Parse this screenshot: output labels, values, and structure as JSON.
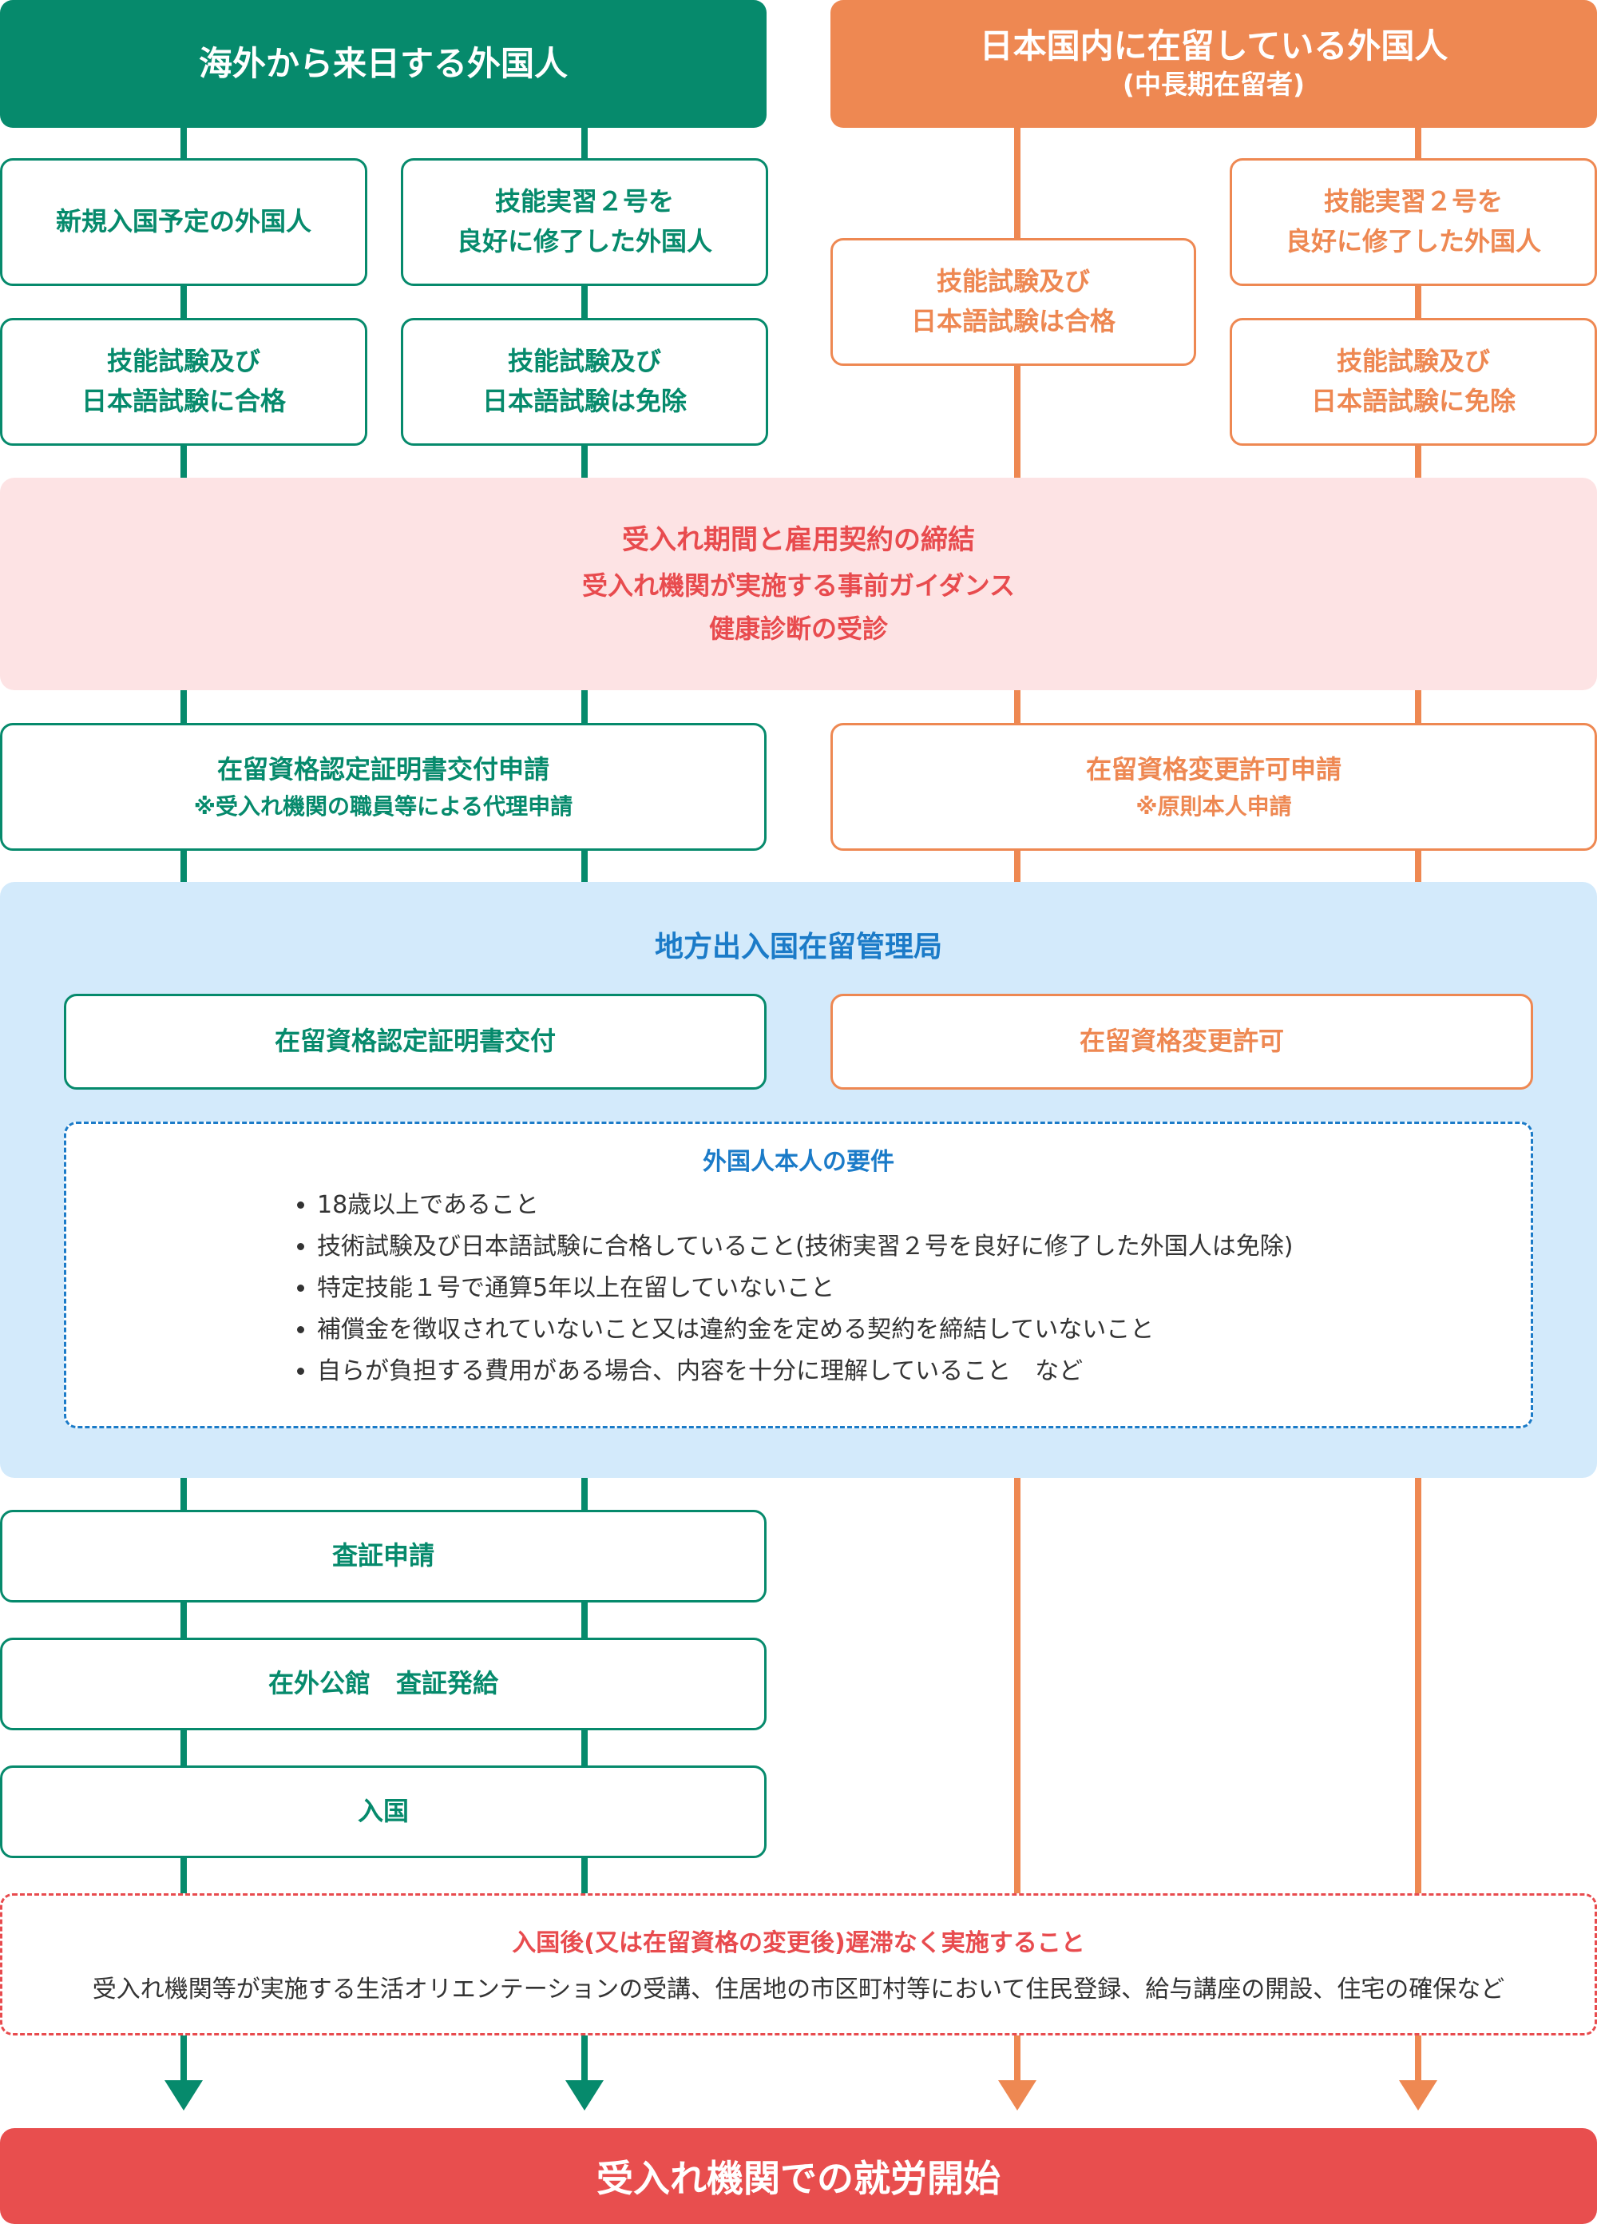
{
  "header_left": {
    "title": "海外から来日する外国人"
  },
  "header_right": {
    "title": "日本国内に在留している外国人",
    "subtitle": "(中長期在留者)"
  },
  "left_col1": {
    "box1": "新規入国予定の外国人",
    "box2": [
      "技能試験及び",
      "日本語試験に合格"
    ]
  },
  "left_col2": {
    "box1": [
      "技能実習２号を",
      "良好に修了した外国人"
    ],
    "box2": [
      "技能試験及び",
      "日本語試験は免除"
    ]
  },
  "right_col1": {
    "box1": [
      "技能試験及び",
      "日本語試験は合格"
    ]
  },
  "right_col2": {
    "box1": [
      "技能実習２号を",
      "良好に修了した外国人"
    ],
    "box2": [
      "技能試験及び",
      "日本語試験に免除"
    ]
  },
  "contract_band": {
    "line1": "受入れ期間と雇用契約の締結",
    "line2": "受入れ機関が実施する事前ガイダンス",
    "line3": "健康診断の受診"
  },
  "apply_left": {
    "title": "在留資格認定証明書交付申請",
    "note": "※受入れ機関の職員等による代理申請"
  },
  "apply_right": {
    "title": "在留資格変更許可申請",
    "note": "※原則本人申請"
  },
  "bureau": {
    "title": "地方出入国在留管理局",
    "left_box": "在留資格認定証明書交付",
    "right_box": "在留資格変更許可",
    "requirements": {
      "title": "外国人本人の要件",
      "items": [
        "18歳以上であること",
        "技術試験及び日本語試験に合格していること(技術実習２号を良好に修了した外国人は免除)",
        "特定技能１号で通算5年以上在留していないこと",
        "補償金を徴収されていないこと又は違約金を定める契約を締結していないこと",
        "自らが負担する費用がある場合、内容を十分に理解していること　など"
      ]
    }
  },
  "left_steps": [
    "査証申請",
    "在外公館　査証発給",
    "入国"
  ],
  "post_entry": {
    "title": "入国後(又は在留資格の変更後)遅滞なく実施すること",
    "body": "受入れ機関等が実施する生活オリエンテーションの受講、住居地の市区町村等において住民登録、給与講座の開設、住宅の確保など"
  },
  "final": {
    "label": "受入れ機関での就労開始"
  },
  "colors": {
    "green": "#068a6c",
    "orange": "#ee8852",
    "red": "#e84e4e",
    "blue": "#1b7bc8",
    "pink_bg": "#fde3e4",
    "blue_bg": "#d3eafb"
  }
}
